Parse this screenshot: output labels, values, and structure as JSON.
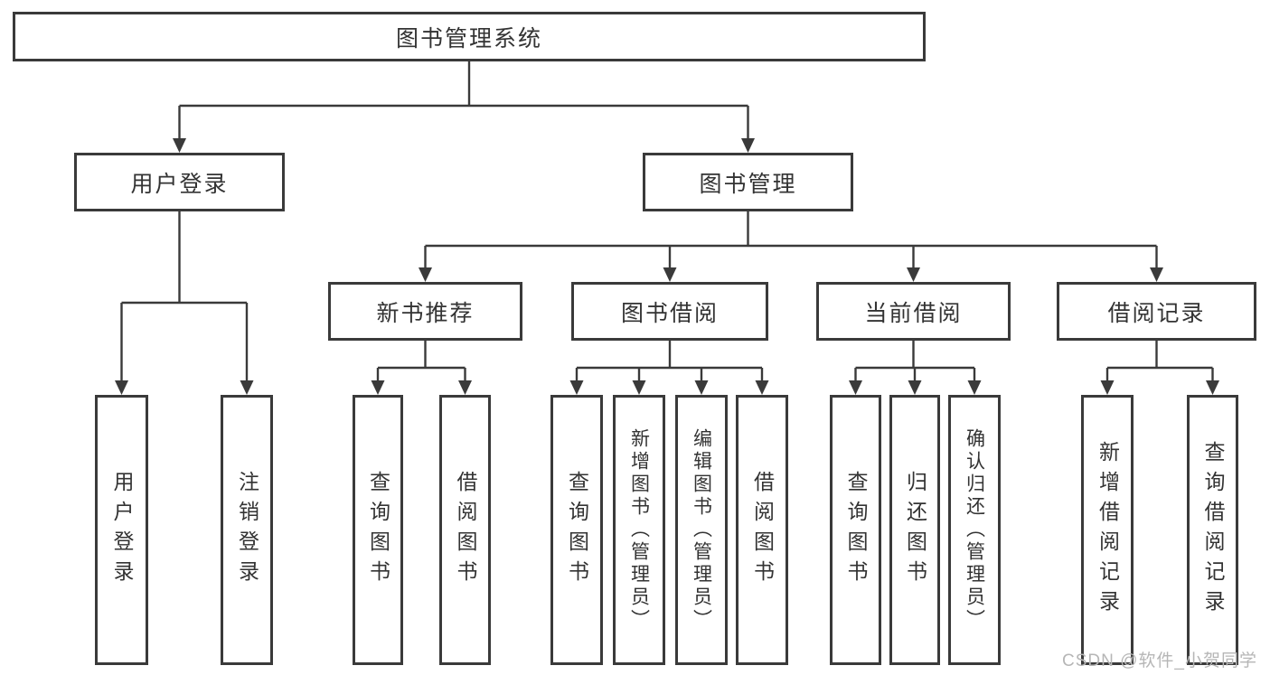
{
  "diagram": {
    "title": "图书管理系统",
    "nodes": [
      {
        "id": "root",
        "label": "图书管理系统"
      },
      {
        "id": "user-login",
        "label": "用户登录"
      },
      {
        "id": "book-mgmt",
        "label": "图书管理"
      },
      {
        "id": "new-book-rec",
        "label": "新书推荐"
      },
      {
        "id": "book-borrow",
        "label": "图书借阅"
      },
      {
        "id": "current-borrow",
        "label": "当前借阅"
      },
      {
        "id": "borrow-records",
        "label": "借阅记录"
      },
      {
        "id": "login",
        "label": "用户登录"
      },
      {
        "id": "logout",
        "label": "注销登录"
      },
      {
        "id": "rec-query-book",
        "label": "查询图书"
      },
      {
        "id": "rec-borrow-book",
        "label": "借阅图书"
      },
      {
        "id": "bb-query-book",
        "label": "查询图书"
      },
      {
        "id": "bb-add-book",
        "label": "新增图书（管理员）"
      },
      {
        "id": "bb-edit-book",
        "label": "编辑图书（管理员）"
      },
      {
        "id": "bb-borrow-book",
        "label": "借阅图书"
      },
      {
        "id": "cb-query-book",
        "label": "查询图书"
      },
      {
        "id": "cb-return-book",
        "label": "归还图书"
      },
      {
        "id": "cb-confirm-return",
        "label": "确认归还（管理员）"
      },
      {
        "id": "br-add-record",
        "label": "新增借阅记录"
      },
      {
        "id": "br-query-record",
        "label": "查询借阅记录"
      }
    ],
    "edges": [
      {
        "from": "root",
        "to": [
          "user-login",
          "book-mgmt"
        ]
      },
      {
        "from": "user-login",
        "to": [
          "login",
          "logout"
        ]
      },
      {
        "from": "book-mgmt",
        "to": [
          "new-book-rec",
          "book-borrow",
          "current-borrow",
          "borrow-records"
        ]
      },
      {
        "from": "new-book-rec",
        "to": [
          "rec-query-book",
          "rec-borrow-book"
        ]
      },
      {
        "from": "book-borrow",
        "to": [
          "bb-query-book",
          "bb-add-book",
          "bb-edit-book",
          "bb-borrow-book"
        ]
      },
      {
        "from": "current-borrow",
        "to": [
          "cb-query-book",
          "cb-return-book",
          "cb-confirm-return"
        ]
      },
      {
        "from": "borrow-records",
        "to": [
          "br-add-record",
          "br-query-record"
        ]
      }
    ]
  },
  "watermark": {
    "text": "CSDN @软件_小贺同学"
  },
  "colors": {
    "line": "#3a3a3a",
    "text": "#333333",
    "watermark": "#b6b6b6",
    "background": "#ffffff"
  }
}
